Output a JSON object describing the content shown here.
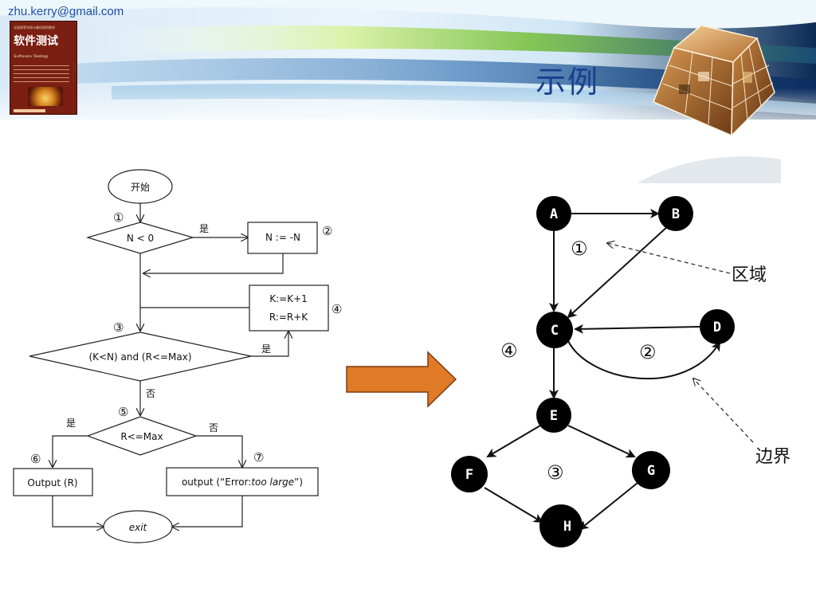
{
  "header": {
    "email": "zhu.kerry@gmail.com",
    "title": "示例",
    "book": {
      "series": "全国高等学校计算机规划教材",
      "title": "软件测试",
      "subtitle": "Software Testing"
    }
  },
  "flowchart": {
    "start": "开始",
    "cond1": "N < 0",
    "yes1": "是",
    "step2": "N := -N",
    "step4_a": "K:=K+1",
    "step4_b": "R:=R+K",
    "cond3": "(K<N) and (R<=Max)",
    "yes3": "是",
    "no3": "否",
    "cond5": "R<=Max",
    "yes5": "是",
    "no5": "否",
    "out6": "Output (R)",
    "out7_pre": "output (“Error:",
    "out7_italic": "too large",
    "out7_post": "”)",
    "exit": "exit",
    "markers": {
      "m1": "①",
      "m2": "②",
      "m3": "③",
      "m4": "④",
      "m5": "⑤",
      "m6": "⑥",
      "m7": "⑦"
    }
  },
  "graph": {
    "nodes": {
      "A": "A",
      "B": "B",
      "C": "C",
      "D": "D",
      "E": "E",
      "F": "F",
      "G": "G",
      "H": "H"
    },
    "regions": {
      "r1": "①",
      "r2": "②",
      "r3": "③",
      "r4": "④"
    },
    "label_region": "区域",
    "label_boundary": "边界"
  },
  "colors": {
    "arrow_fill": "#e07a26",
    "title_blue": "#1a3f8f",
    "node_fill": "#000000"
  }
}
